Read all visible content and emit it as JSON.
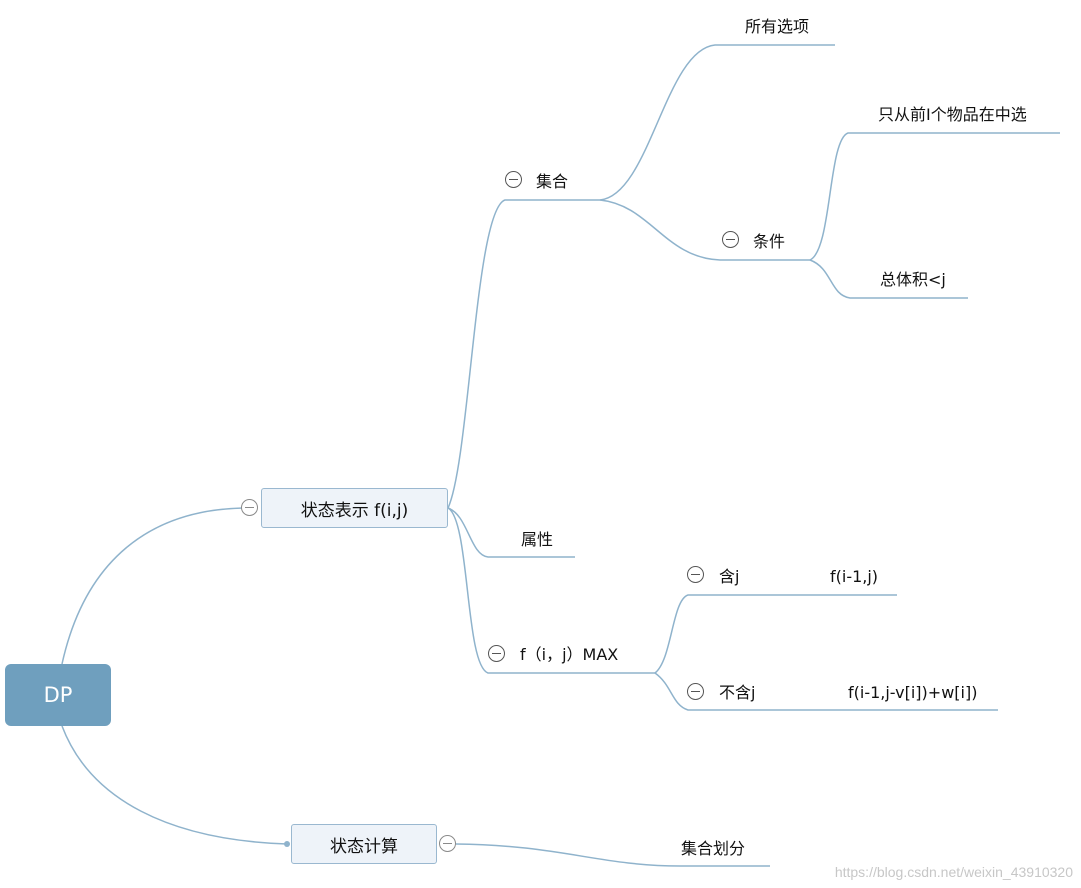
{
  "root": {
    "label": "DP"
  },
  "nodes": {
    "state_repr": {
      "label": "状态表示  f(i,j)"
    },
    "set": {
      "label": "集合"
    },
    "all_options": {
      "label": "所有选项"
    },
    "condition": {
      "label": "条件"
    },
    "only_first_i": {
      "label": "只从前I个物品在中选"
    },
    "total_volume": {
      "label": "总体积<j"
    },
    "attribute": {
      "label": "属性"
    },
    "f_max": {
      "label": "f（i，j）MAX"
    },
    "with_j": {
      "label": "含j"
    },
    "with_j_formula": {
      "label": "f(i-1,j)"
    },
    "without_j": {
      "label": "不含j"
    },
    "without_j_formula": {
      "label": "f(i-1,j-v[i])+w[i])"
    },
    "state_calc": {
      "label": "状态计算"
    },
    "set_partition": {
      "label": "集合划分"
    }
  },
  "watermark": "https://blog.csdn.net/weixin_43910320",
  "colors": {
    "root": "#6f9fbe",
    "line": "#8fb3cc",
    "box_fill": "#eef3f9",
    "box_border": "#9ab8d0"
  }
}
